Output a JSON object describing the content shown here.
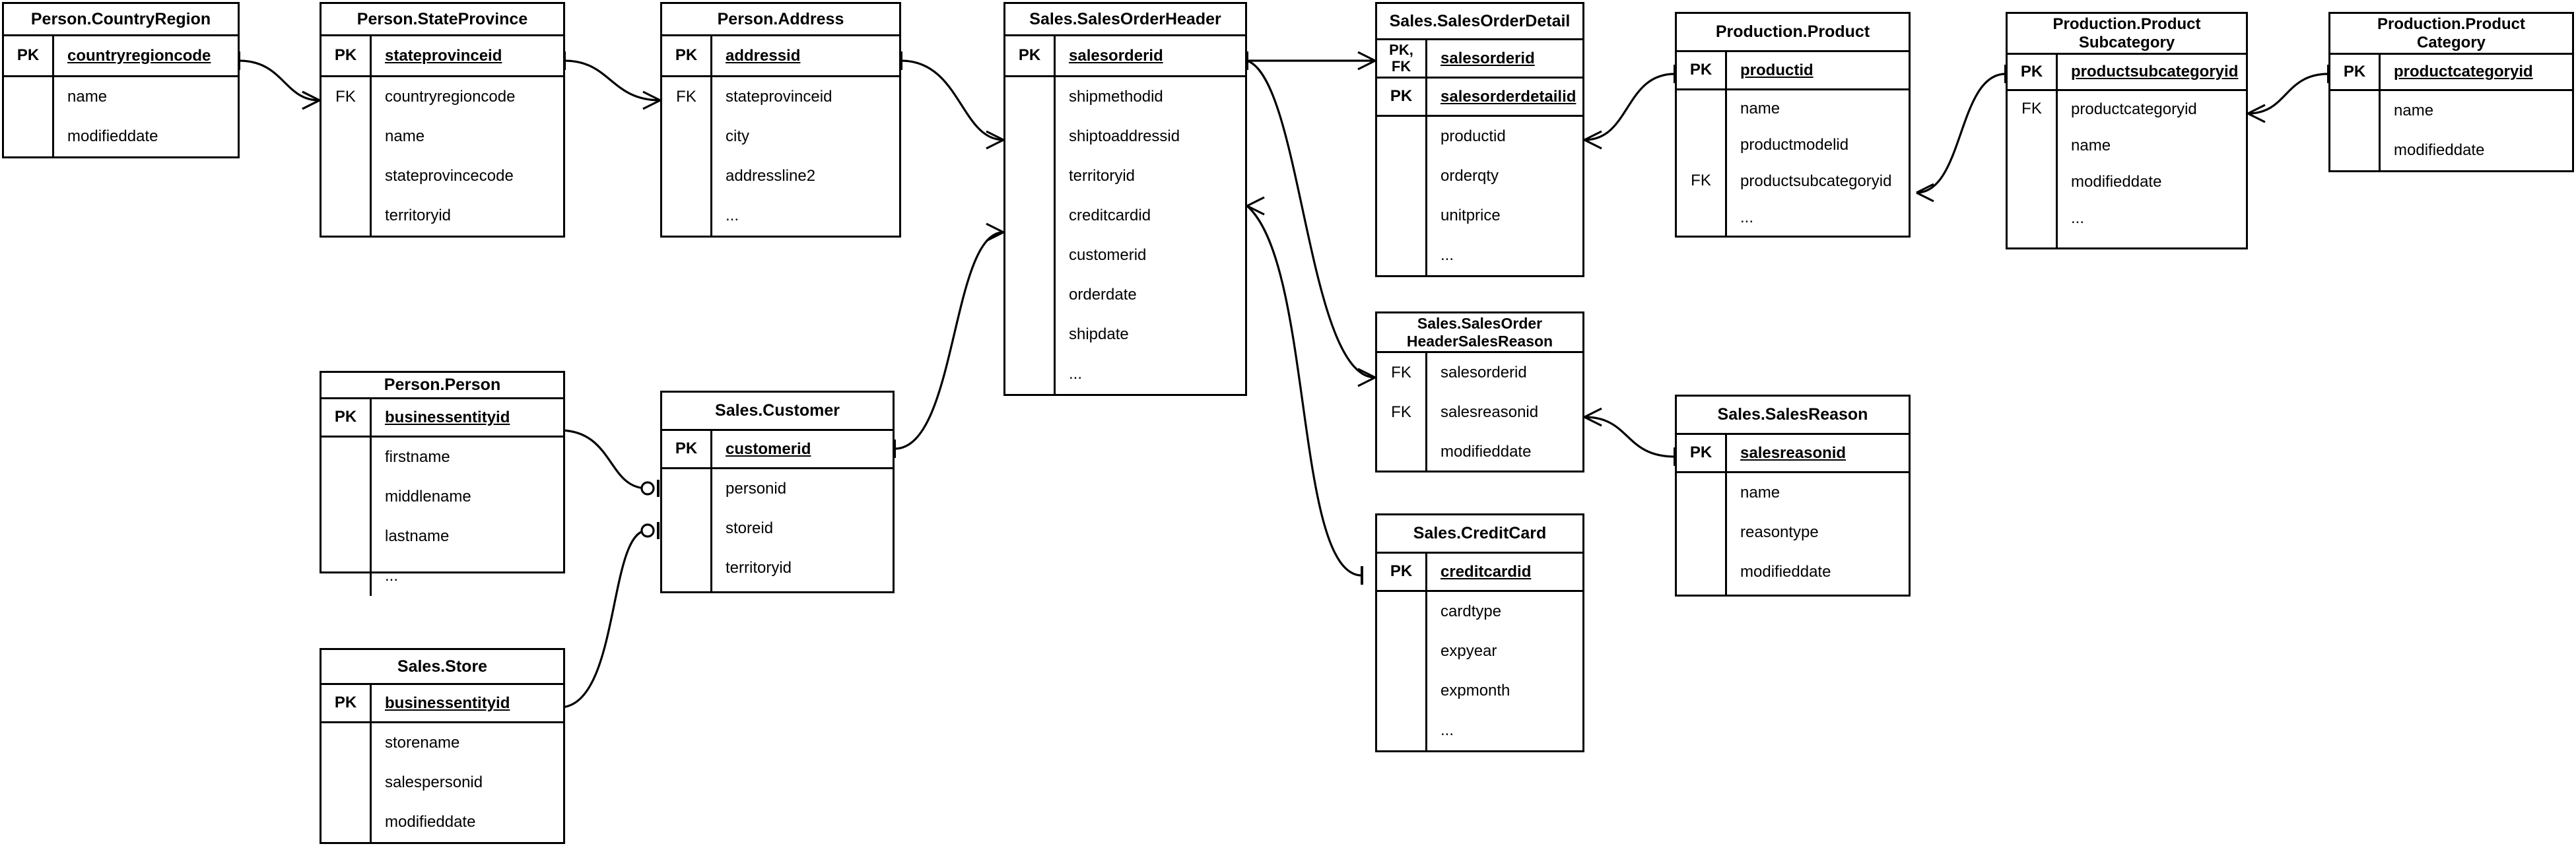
{
  "diagram": {
    "title": "AdventureWorks Sales ER Diagram",
    "stroke_color": "#000000",
    "background_color": "#ffffff"
  },
  "entities": [
    {
      "id": "countryregion",
      "title": "Person.CountryRegion",
      "keys": [
        {
          "marker": "PK",
          "field": "countryregioncode",
          "pk": true
        }
      ],
      "attributes": [
        {
          "marker": "",
          "field": "name"
        },
        {
          "marker": "",
          "field": "modifieddate"
        }
      ]
    },
    {
      "id": "stateprovince",
      "title": "Person.StateProvince",
      "keys": [
        {
          "marker": "PK",
          "field": "stateprovinceid",
          "pk": true
        }
      ],
      "attributes": [
        {
          "marker": "FK",
          "field": "countryregioncode"
        },
        {
          "marker": "",
          "field": "name"
        },
        {
          "marker": "",
          "field": "stateprovincecode"
        },
        {
          "marker": "",
          "field": "territoryid"
        }
      ]
    },
    {
      "id": "address",
      "title": "Person.Address",
      "keys": [
        {
          "marker": "PK",
          "field": "addressid",
          "pk": true
        }
      ],
      "attributes": [
        {
          "marker": "FK",
          "field": "stateprovinceid"
        },
        {
          "marker": "",
          "field": "city"
        },
        {
          "marker": "",
          "field": "addressline2"
        },
        {
          "marker": "",
          "field": "..."
        }
      ]
    },
    {
      "id": "salesorderheader",
      "title": "Sales.SalesOrderHeader",
      "keys": [
        {
          "marker": "PK",
          "field": "salesorderid",
          "pk": true
        }
      ],
      "attributes": [
        {
          "marker": "",
          "field": "shipmethodid"
        },
        {
          "marker": "",
          "field": "shiptoaddressid"
        },
        {
          "marker": "",
          "field": "territoryid"
        },
        {
          "marker": "",
          "field": "creditcardid"
        },
        {
          "marker": "",
          "field": "customerid"
        },
        {
          "marker": "",
          "field": "orderdate"
        },
        {
          "marker": "",
          "field": "shipdate"
        },
        {
          "marker": "",
          "field": "..."
        }
      ]
    },
    {
      "id": "salesorderdetail",
      "title": "Sales.SalesOrderDetail",
      "keys": [
        {
          "marker": "PK,\nFK",
          "field": "salesorderid",
          "pk": true
        },
        {
          "marker": "PK",
          "field": "salesorderdetailid",
          "pk": true
        }
      ],
      "attributes": [
        {
          "marker": "",
          "field": "productid"
        },
        {
          "marker": "",
          "field": "orderqty"
        },
        {
          "marker": "",
          "field": "unitprice"
        },
        {
          "marker": "",
          "field": "..."
        }
      ]
    },
    {
      "id": "product",
      "title": "Production.Product",
      "keys": [
        {
          "marker": "PK",
          "field": "productid",
          "pk": true
        }
      ],
      "attributes": [
        {
          "marker": "",
          "field": "name"
        },
        {
          "marker": "",
          "field": "productmodelid"
        },
        {
          "marker": "FK",
          "field": "productsubcategoryid"
        },
        {
          "marker": "",
          "field": "..."
        }
      ]
    },
    {
      "id": "productsubcategory",
      "title": "Production.Product\nSubcategory",
      "keys": [
        {
          "marker": "PK",
          "field": "productsubcategoryid",
          "pk": true
        }
      ],
      "attributes": [
        {
          "marker": "FK",
          "field": "productcategoryid"
        },
        {
          "marker": "",
          "field": "name"
        },
        {
          "marker": "",
          "field": "modifieddate"
        },
        {
          "marker": "",
          "field": "..."
        }
      ]
    },
    {
      "id": "productcategory",
      "title": "Production.Product\nCategory",
      "keys": [
        {
          "marker": "PK",
          "field": "productcategoryid",
          "pk": true
        }
      ],
      "attributes": [
        {
          "marker": "",
          "field": "name"
        },
        {
          "marker": "",
          "field": "modifieddate"
        }
      ]
    },
    {
      "id": "person",
      "title": "Person.Person",
      "keys": [
        {
          "marker": "PK",
          "field": "businessentityid",
          "pk": true
        }
      ],
      "attributes": [
        {
          "marker": "",
          "field": "firstname"
        },
        {
          "marker": "",
          "field": "middlename"
        },
        {
          "marker": "",
          "field": "lastname"
        },
        {
          "marker": "",
          "field": "..."
        }
      ]
    },
    {
      "id": "customer",
      "title": "Sales.Customer",
      "keys": [
        {
          "marker": "PK",
          "field": "customerid",
          "pk": true
        }
      ],
      "attributes": [
        {
          "marker": "",
          "field": "personid"
        },
        {
          "marker": "",
          "field": "storeid"
        },
        {
          "marker": "",
          "field": "territoryid"
        }
      ]
    },
    {
      "id": "store",
      "title": "Sales.Store",
      "keys": [
        {
          "marker": "PK",
          "field": "businessentityid",
          "pk": true
        }
      ],
      "attributes": [
        {
          "marker": "",
          "field": "storename"
        },
        {
          "marker": "",
          "field": "salespersonid"
        },
        {
          "marker": "",
          "field": "modifieddate"
        }
      ]
    },
    {
      "id": "soh_salesreason",
      "title": "Sales.SalesOrder\nHeaderSalesReason",
      "keys": [],
      "attributes": [
        {
          "marker": "FK",
          "field": "salesorderid"
        },
        {
          "marker": "FK",
          "field": "salesreasonid"
        },
        {
          "marker": "",
          "field": "modifieddate"
        }
      ]
    },
    {
      "id": "salesreason",
      "title": "Sales.SalesReason",
      "keys": [
        {
          "marker": "PK",
          "field": "salesreasonid",
          "pk": true
        }
      ],
      "attributes": [
        {
          "marker": "",
          "field": "name"
        },
        {
          "marker": "",
          "field": "reasontype"
        },
        {
          "marker": "",
          "field": "modifieddate"
        }
      ]
    },
    {
      "id": "creditcard",
      "title": "Sales.CreditCard",
      "keys": [
        {
          "marker": "PK",
          "field": "creditcardid",
          "pk": true
        }
      ],
      "attributes": [
        {
          "marker": "",
          "field": "cardtype"
        },
        {
          "marker": "",
          "field": "expyear"
        },
        {
          "marker": "",
          "field": "expmonth"
        },
        {
          "marker": "",
          "field": "..."
        }
      ]
    }
  ],
  "relationships": [
    {
      "id": "rel-countryregion-stateprovince",
      "from": "countryregion.countryregioncode",
      "to": "stateprovince.countryregioncode",
      "from_cardinality": "one",
      "to_cardinality": "many"
    },
    {
      "id": "rel-stateprovince-address",
      "from": "stateprovince.stateprovinceid",
      "to": "address.stateprovinceid",
      "from_cardinality": "one",
      "to_cardinality": "many"
    },
    {
      "id": "rel-address-salesorderheader",
      "from": "address.addressid",
      "to": "salesorderheader.shiptoaddressid",
      "from_cardinality": "one",
      "to_cardinality": "many"
    },
    {
      "id": "rel-customer-salesorderheader",
      "from": "customer.customerid",
      "to": "salesorderheader.customerid",
      "from_cardinality": "one",
      "to_cardinality": "many"
    },
    {
      "id": "rel-person-customer",
      "from": "person.businessentityid",
      "to": "customer.personid",
      "from_cardinality": "one",
      "to_cardinality": "zero-or-one"
    },
    {
      "id": "rel-store-customer",
      "from": "store.businessentityid",
      "to": "customer.storeid",
      "from_cardinality": "one",
      "to_cardinality": "zero-or-one"
    },
    {
      "id": "rel-salesorderheader-salesorderdetail",
      "from": "salesorderheader.salesorderid",
      "to": "salesorderdetail.salesorderid",
      "from_cardinality": "one",
      "to_cardinality": "many"
    },
    {
      "id": "rel-salesorderheader-soh_salesreason",
      "from": "salesorderheader.salesorderid",
      "to": "soh_salesreason.salesorderid",
      "from_cardinality": "one",
      "to_cardinality": "many"
    },
    {
      "id": "rel-creditcard-salesorderheader",
      "from": "creditcard.creditcardid",
      "to": "salesorderheader.creditcardid",
      "from_cardinality": "one",
      "to_cardinality": "many"
    },
    {
      "id": "rel-product-salesorderdetail",
      "from": "product.productid",
      "to": "salesorderdetail.productid",
      "from_cardinality": "one",
      "to_cardinality": "many"
    },
    {
      "id": "rel-productsubcategory-product",
      "from": "productsubcategory.productsubcategoryid",
      "to": "product.productsubcategoryid",
      "from_cardinality": "one",
      "to_cardinality": "many"
    },
    {
      "id": "rel-productcategory-productsubcategory",
      "from": "productcategory.productcategoryid",
      "to": "productsubcategory.productcategoryid",
      "from_cardinality": "one",
      "to_cardinality": "many"
    },
    {
      "id": "rel-salesreason-soh_salesreason",
      "from": "salesreason.salesreasonid",
      "to": "soh_salesreason.salesreasonid",
      "from_cardinality": "one",
      "to_cardinality": "many"
    }
  ]
}
